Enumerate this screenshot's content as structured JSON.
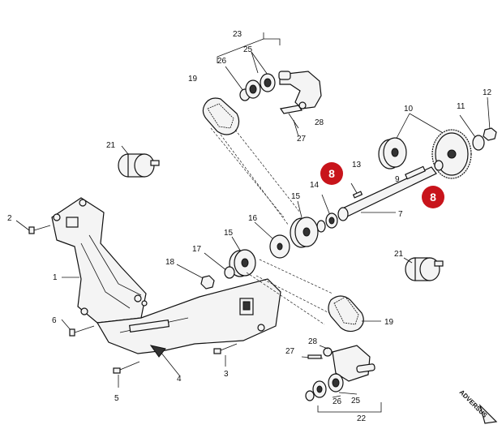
{
  "diagram": {
    "callouts": [
      {
        "id": "23",
        "text": "23"
      },
      {
        "id": "25a",
        "text": "25"
      },
      {
        "id": "26a",
        "text": "26"
      },
      {
        "id": "19a",
        "text": "19"
      },
      {
        "id": "28a",
        "text": "28"
      },
      {
        "id": "27a",
        "text": "27"
      },
      {
        "id": "10",
        "text": "10"
      },
      {
        "id": "11",
        "text": "11"
      },
      {
        "id": "12",
        "text": "12"
      },
      {
        "id": "21a",
        "text": "21"
      },
      {
        "id": "13",
        "text": "13"
      },
      {
        "id": "9",
        "text": "9"
      },
      {
        "id": "14",
        "text": "14"
      },
      {
        "id": "15a",
        "text": "15"
      },
      {
        "id": "7",
        "text": "7"
      },
      {
        "id": "2",
        "text": "2"
      },
      {
        "id": "16",
        "text": "16"
      },
      {
        "id": "15b",
        "text": "15"
      },
      {
        "id": "17",
        "text": "17"
      },
      {
        "id": "21b",
        "text": "21"
      },
      {
        "id": "18",
        "text": "18"
      },
      {
        "id": "1",
        "text": "1"
      },
      {
        "id": "6",
        "text": "6"
      },
      {
        "id": "19b",
        "text": "19"
      },
      {
        "id": "28b",
        "text": "28"
      },
      {
        "id": "27b",
        "text": "27"
      },
      {
        "id": "4",
        "text": "4"
      },
      {
        "id": "3",
        "text": "3"
      },
      {
        "id": "5",
        "text": "5"
      },
      {
        "id": "26b",
        "text": "26"
      },
      {
        "id": "25b",
        "text": "25"
      },
      {
        "id": "22",
        "text": "22"
      }
    ],
    "highlights": [
      {
        "id": "8a",
        "text": "8"
      },
      {
        "id": "8b",
        "text": "8"
      }
    ],
    "direction_label": "ADVERSUS",
    "colors": {
      "highlight": "#c8141b",
      "line": "#111111",
      "part_fill": "#f4f4f4"
    }
  }
}
